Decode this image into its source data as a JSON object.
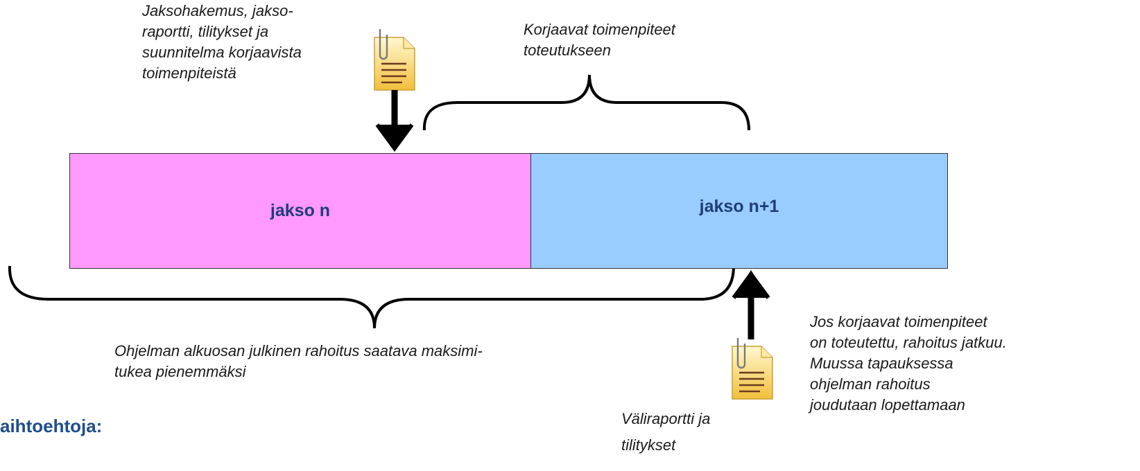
{
  "top_doc_label": "Jaksohakemus, jakso-\nraportti, tilitykset  ja\nsuunnitelma korjaavista\ntoimenpiteistä",
  "corrective_label": "Korjaavat  toimenpiteet\ntoteutukseen",
  "period_n_label": "jakso n",
  "period_n1_label": "jakso n+1",
  "funding_label": "Ohjelman alkuosan julkinen rahoitus saatava maksimi-\ntukea pienemmäksi",
  "interim_label": "Väliraportti ja\ntilitykset",
  "outcome_label": "Jos korjaavat toimenpiteet\non toteutettu, rahoitus jatkuu.\nMuussa tapauksessa\nohjelman rahoitus\njoudutaan lopettamaan",
  "alternatives_heading": "aihtoehtoja:",
  "colors": {
    "period_n": "#ff99ff",
    "period_n1": "#99ccff",
    "doc_fill": "#f6cf5e",
    "text_dark": "#1f3d7a"
  },
  "icons": [
    "document-icon",
    "down-arrow-icon",
    "up-arrow-icon",
    "brace-icon"
  ]
}
